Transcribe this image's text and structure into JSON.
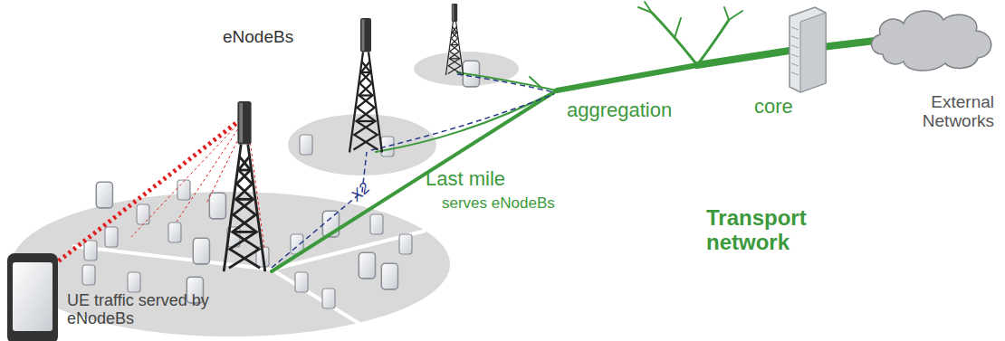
{
  "diagram": {
    "labels": [
      "eNodeBs",
      "X2",
      "aggregation",
      "core",
      "External Networks",
      "Last mile",
      "serves eNodeBs",
      "Transport network",
      "UE traffic served by eNodeBs"
    ]
  }
}
